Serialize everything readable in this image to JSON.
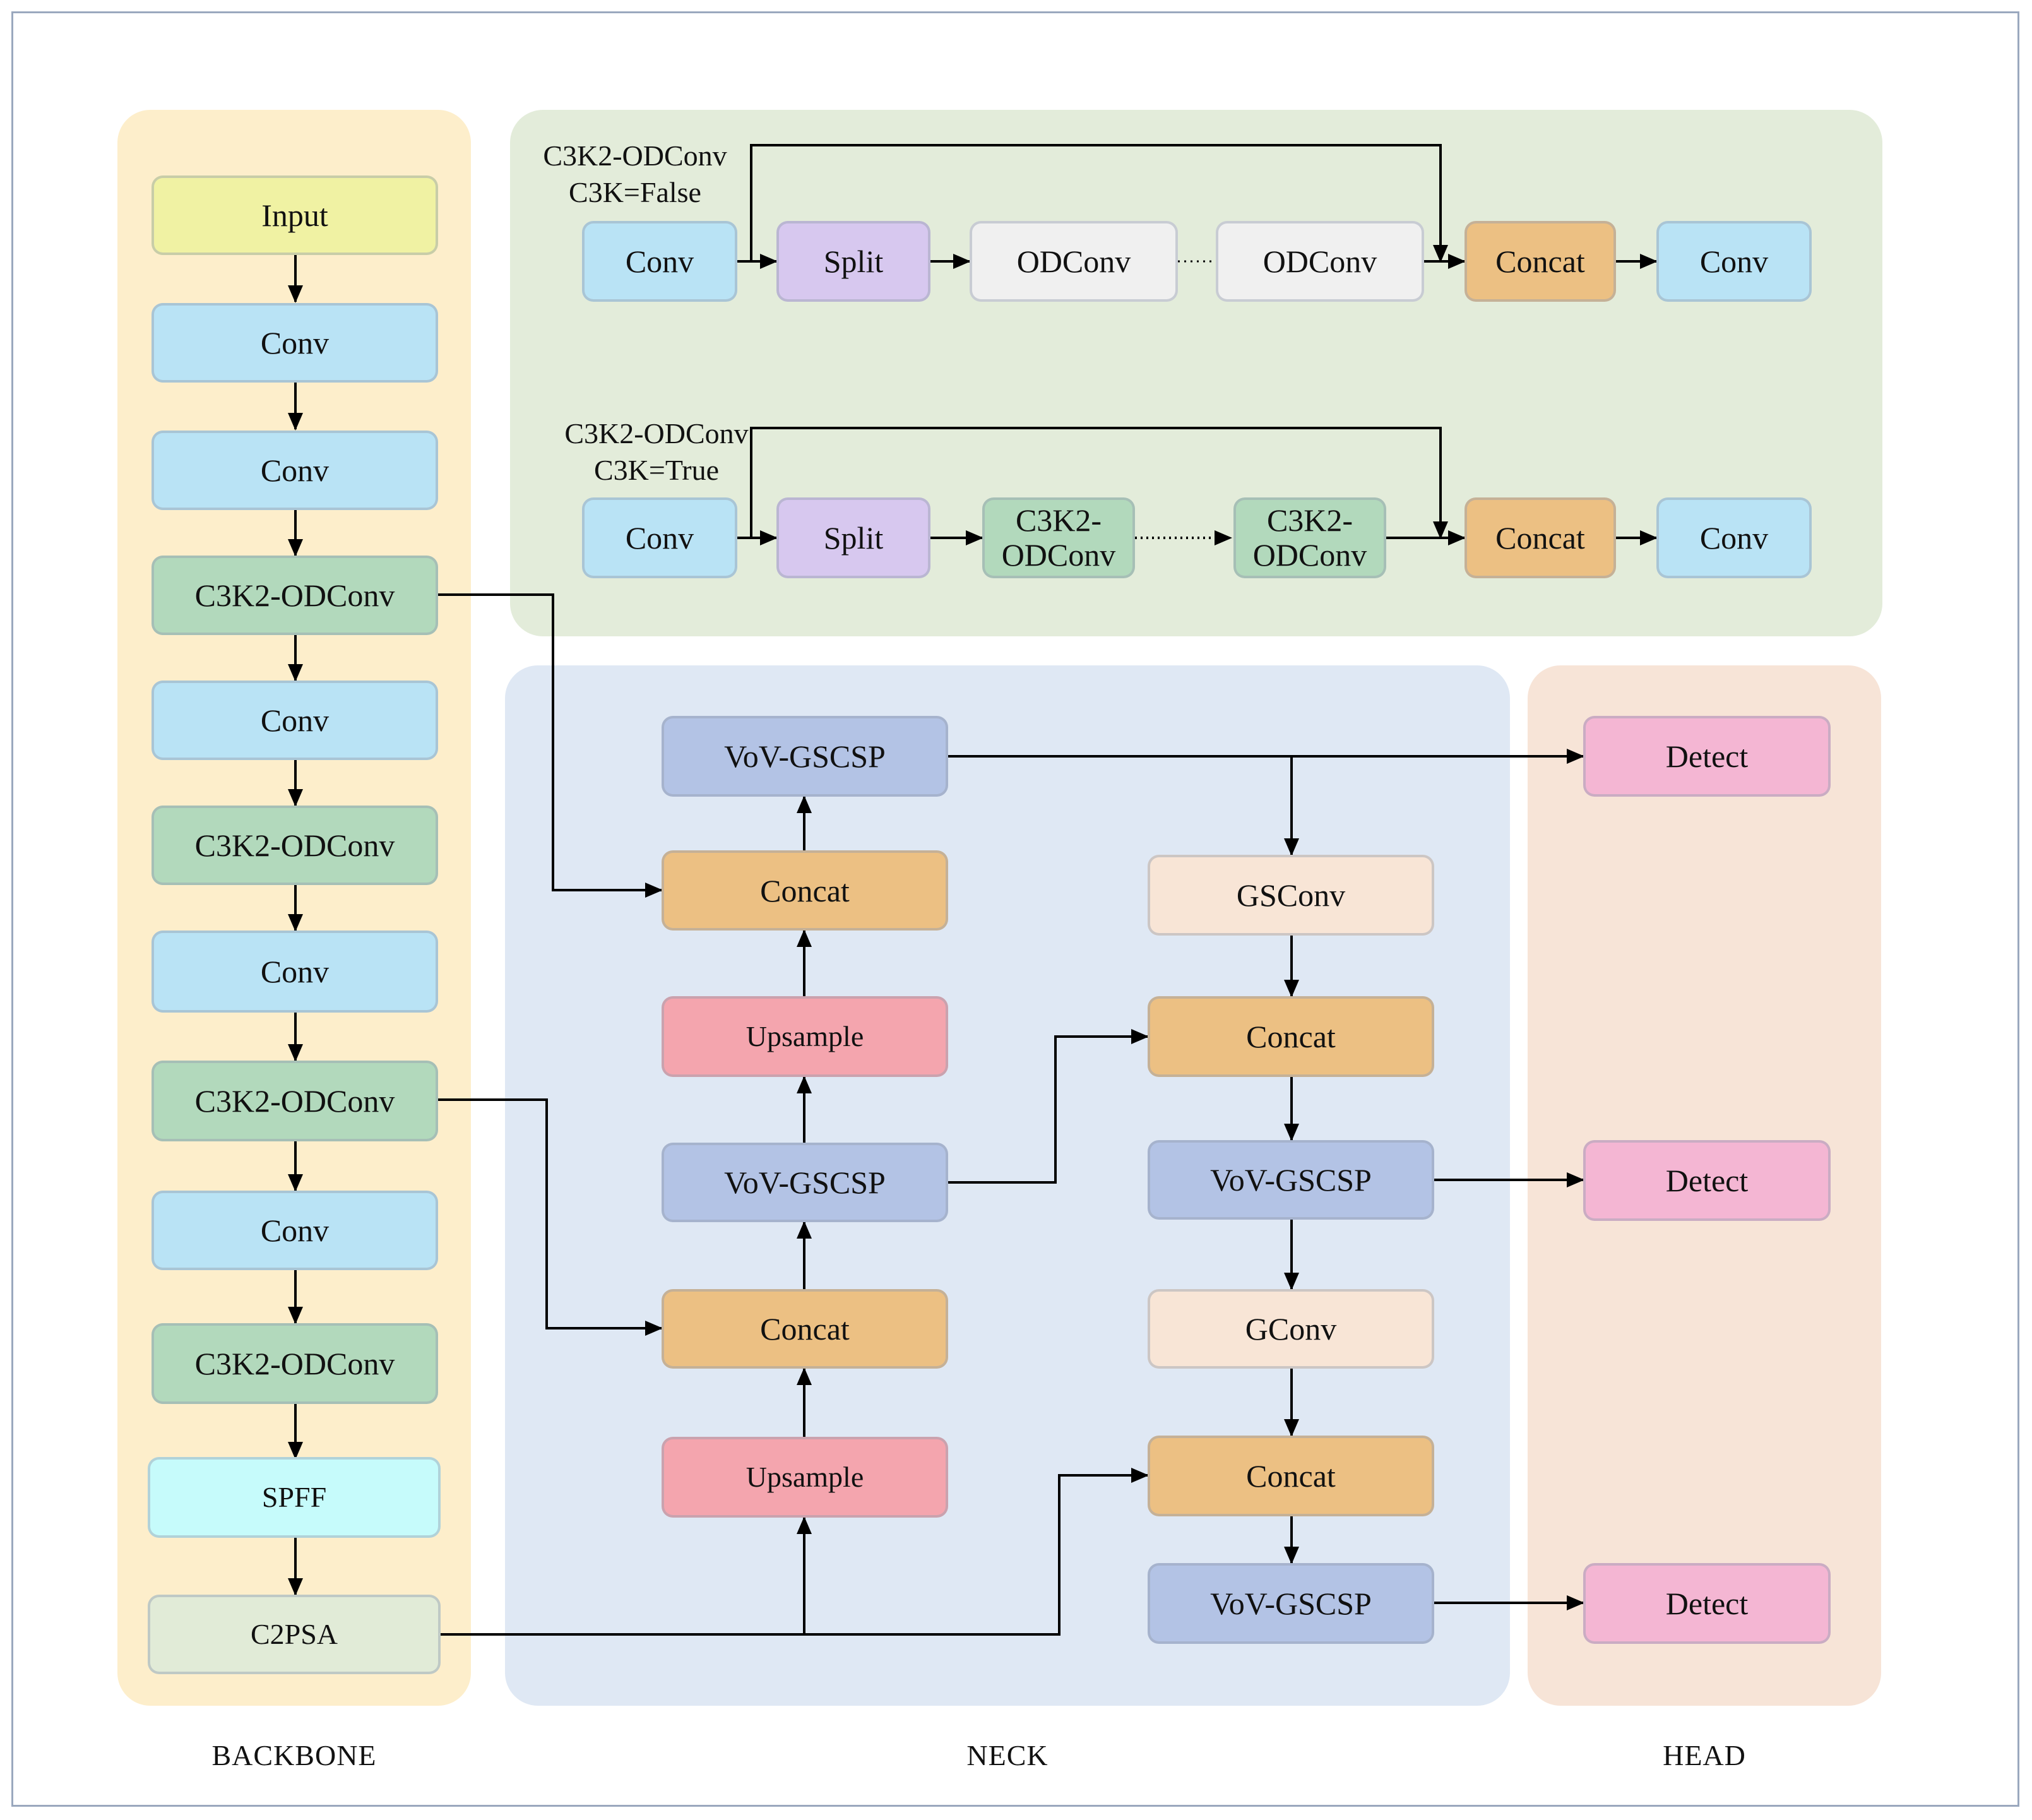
{
  "colors": {
    "conv": "#b9e3f5",
    "c3k2": "#b2d9bc",
    "input": "#f0f2a3",
    "spff": "#c6fbfb",
    "c2psa": "#e1ebd7",
    "split": "#d7c8ef",
    "odconv": "#f0f0f0",
    "concat": "#ecc083",
    "vov": "#b3c3e5",
    "upsample": "#f4a5ae",
    "gsconv": "#f8e5d6",
    "detect": "#f4b6d3",
    "backbone_bg": "#fdeecb",
    "neck_bg": "#dfe8f4",
    "head_bg": "#f7e4d7",
    "module_bg": "#e3ecda"
  },
  "sections": {
    "backbone": "BACKBONE",
    "neck": "NECK",
    "head": "HEAD"
  },
  "backbone": [
    {
      "label": "Input",
      "kind": "input"
    },
    {
      "label": "Conv",
      "kind": "conv"
    },
    {
      "label": "Conv",
      "kind": "conv"
    },
    {
      "label": "C3K2-ODConv",
      "kind": "c3k2"
    },
    {
      "label": "Conv",
      "kind": "conv"
    },
    {
      "label": "C3K2-ODConv",
      "kind": "c3k2"
    },
    {
      "label": "Conv",
      "kind": "conv"
    },
    {
      "label": "C3K2-ODConv",
      "kind": "c3k2"
    },
    {
      "label": "Conv",
      "kind": "conv"
    },
    {
      "label": "C3K2-ODConv",
      "kind": "c3k2"
    },
    {
      "label": "SPFF",
      "kind": "spff"
    },
    {
      "label": "C2PSA",
      "kind": "c2psa"
    }
  ],
  "module_false": {
    "title": "C3K2-ODConv\nC3K=False",
    "blocks": [
      "Conv",
      "Split",
      "ODConv",
      "ODConv",
      "Concat",
      "Conv"
    ]
  },
  "module_true": {
    "title": "C3K2-ODConv\nC3K=True",
    "blocks": [
      "Conv",
      "Split",
      "C3K2-\nODConv",
      "C3K2-\nODConv",
      "Concat",
      "Conv"
    ]
  },
  "neck": {
    "left": [
      "VoV-GSCSP",
      "Concat",
      "Upsample",
      "VoV-GSCSP",
      "Concat",
      "Upsample"
    ],
    "right": [
      "GSConv",
      "Concat",
      "VoV-GSCSP",
      "GConv",
      "Concat",
      "VoV-GSCSP"
    ]
  },
  "head": [
    "Detect",
    "Detect",
    "Detect"
  ]
}
